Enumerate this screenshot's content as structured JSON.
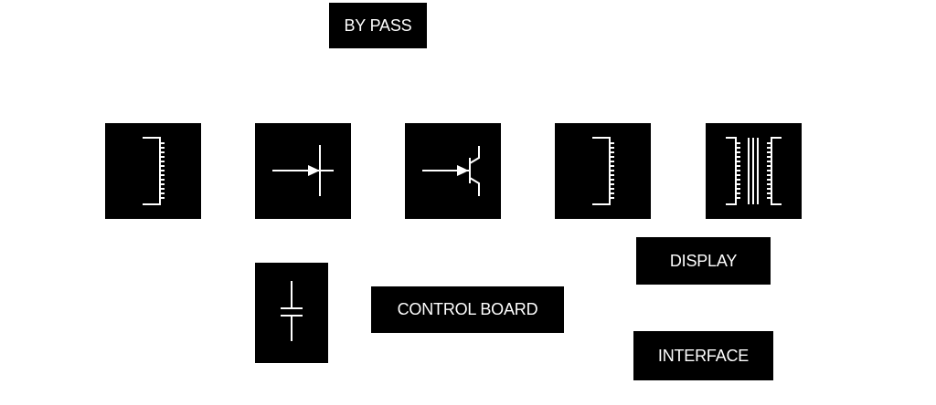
{
  "labels": {
    "bypass": "BY PASS",
    "control_board": "CONTROL BOARD",
    "display": "DISPLAY",
    "interface": "INTERFACE"
  },
  "symbols": [
    {
      "id": "inductor-1",
      "icon": "inductor-icon"
    },
    {
      "id": "junction",
      "icon": "arrow-junction-icon"
    },
    {
      "id": "transistor",
      "icon": "transistor-icon"
    },
    {
      "id": "inductor-2",
      "icon": "inductor-icon"
    },
    {
      "id": "transformer",
      "icon": "transformer-icon"
    },
    {
      "id": "capacitor",
      "icon": "capacitor-icon"
    }
  ],
  "colors": {
    "block": "#000000",
    "foreground": "#ffffff",
    "background": "#ffffff"
  }
}
